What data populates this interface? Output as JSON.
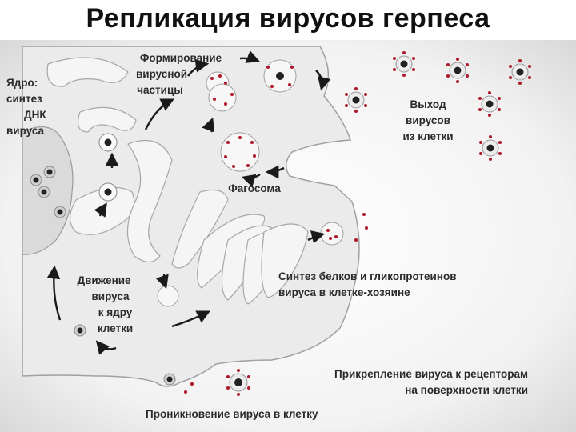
{
  "title": "Репликация вирусов герпеса",
  "labels": {
    "nucleus": [
      "Ядро:",
      "синтез",
      "ДНК",
      "вируса"
    ],
    "particle_formation": [
      "Формирование",
      "вирусной",
      "частицы"
    ],
    "exit": [
      "Выход",
      "вирусов",
      "из клетки"
    ],
    "phagosome": "Фагосома",
    "movement": [
      "Движение",
      "вируса",
      "к ядру",
      "клетки"
    ],
    "synthesis": [
      "Синтез белков и гликопротеинов",
      "вируса в клетке-хозяине"
    ],
    "attachment": [
      "Прикрепление вируса к рецепторам",
      "на поверхности клетки"
    ],
    "penetration": "Проникновение вируса в клетку"
  },
  "colors": {
    "cell": "#ececec",
    "cell_stroke": "#9a9a9a",
    "organelle": "#d8d8d8",
    "capsid_dot": "#b0182a",
    "arrow": "#1a1a1a",
    "virus_core": "#222222"
  }
}
